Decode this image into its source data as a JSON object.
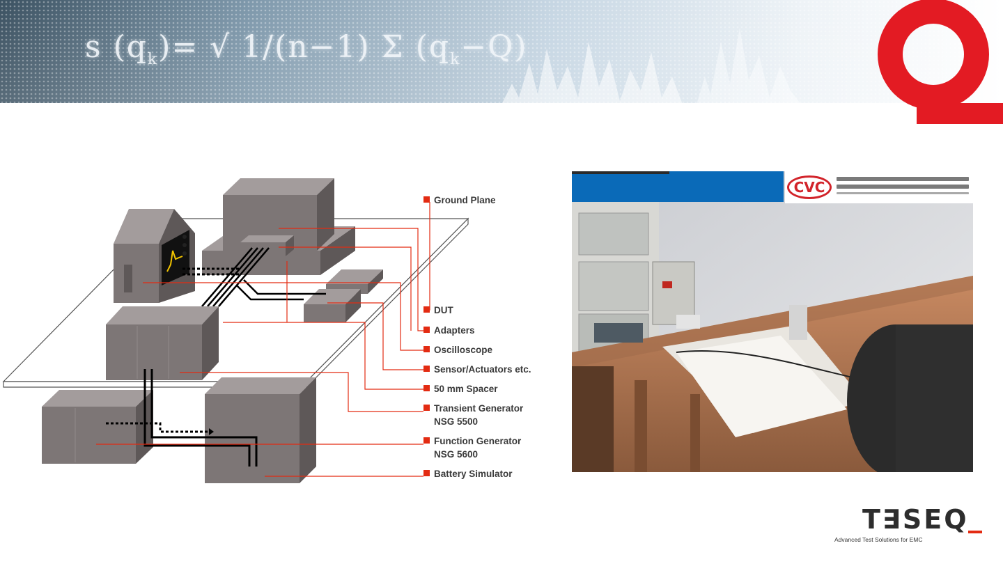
{
  "banner": {
    "formula_text": "s (q",
    "formula_sub": "k",
    "formula_rest": ")= √ 1/(n−1) Σ (q",
    "formula_sub2": "k",
    "formula_end": "−Q)",
    "logo_color": "#e31b23"
  },
  "diagram": {
    "legend": [
      {
        "label": "Ground Plane"
      },
      {
        "label": "DUT"
      },
      {
        "label": "Adapters"
      },
      {
        "label": "Oscilloscope"
      },
      {
        "label": "Sensor/Actuators etc."
      },
      {
        "label": "50 mm Spacer"
      },
      {
        "label": "Transient Generator",
        "label2": "NSG 5500"
      },
      {
        "label": "Function Generator",
        "label2": "NSG 5600"
      },
      {
        "label": "Battery Simulator"
      }
    ],
    "colors": {
      "leader": "#e32b12",
      "box": "#7d7676",
      "box_top": "#a39c9c",
      "box_side": "#5e5858"
    }
  },
  "photo": {
    "logo_text": "CVC",
    "header_color": "#0a6ab8",
    "logo_color": "#d2232a"
  },
  "footer": {
    "brand": "T∃SEQ",
    "tagline": "Advanced Test Solutions for EMC",
    "accent": "#e32b12"
  }
}
